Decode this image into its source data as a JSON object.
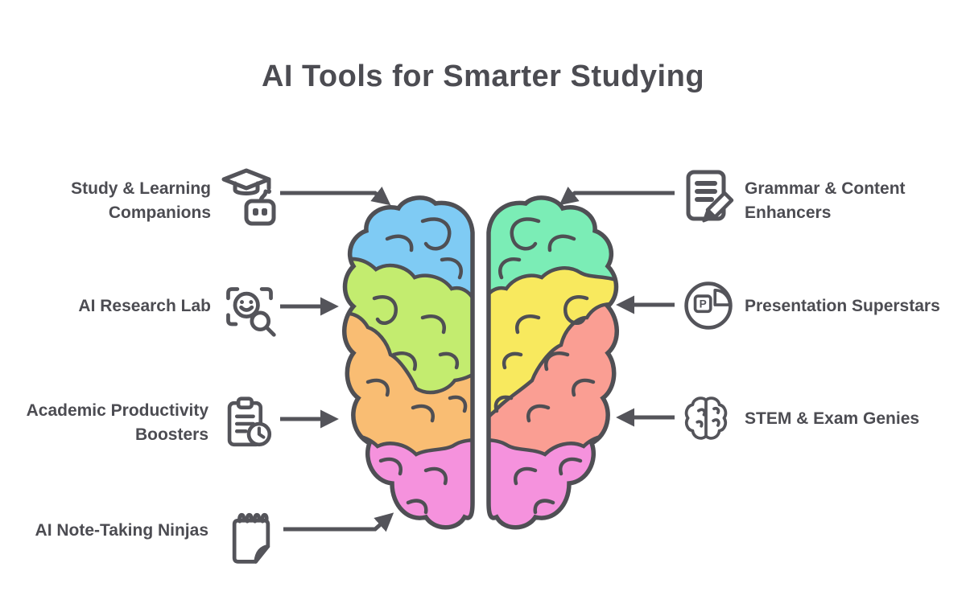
{
  "title": "AI Tools for Smarter Studying",
  "palette": {
    "text": "#4C4C52",
    "line": "#54545A",
    "brain_outline": "#4F4F54"
  },
  "icon_text": {
    "presentation_letter": "P"
  },
  "brain": {
    "name": "colorful-brain-top-view",
    "regions": [
      {
        "name": "left-top-lobe",
        "color": "#7FCBF4"
      },
      {
        "name": "left-upper-lobe",
        "color": "#C3EC6F"
      },
      {
        "name": "left-lower-lobe",
        "color": "#F9BD73"
      },
      {
        "name": "left-bottom-lobe",
        "color": "#F592DD"
      },
      {
        "name": "right-top-lobe",
        "color": "#7BEDB6"
      },
      {
        "name": "right-upper-lobe",
        "color": "#F8E95E"
      },
      {
        "name": "right-lower-lobe",
        "color": "#FA9E93"
      },
      {
        "name": "right-bottom-lobe",
        "color": "#F592DD"
      }
    ]
  },
  "categories": [
    {
      "label": "Study & Learning Companions",
      "icon": "graduation-cap-robot-icon",
      "side": "left"
    },
    {
      "label": "AI Research Lab",
      "icon": "face-scan-magnifier-icon",
      "side": "left"
    },
    {
      "label": "Academic Productivity Boosters",
      "icon": "clipboard-clock-icon",
      "side": "left"
    },
    {
      "label": "AI Note-Taking Ninjas",
      "icon": "spiral-notepad-icon",
      "side": "left"
    },
    {
      "label": "Grammar & Content Enhancers",
      "icon": "document-pencil-icon",
      "side": "right"
    },
    {
      "label": "Presentation Superstars",
      "icon": "presentation-pie-chart-icon",
      "side": "right"
    },
    {
      "label": "STEM & Exam Genies",
      "icon": "brain-icon",
      "side": "right"
    }
  ]
}
